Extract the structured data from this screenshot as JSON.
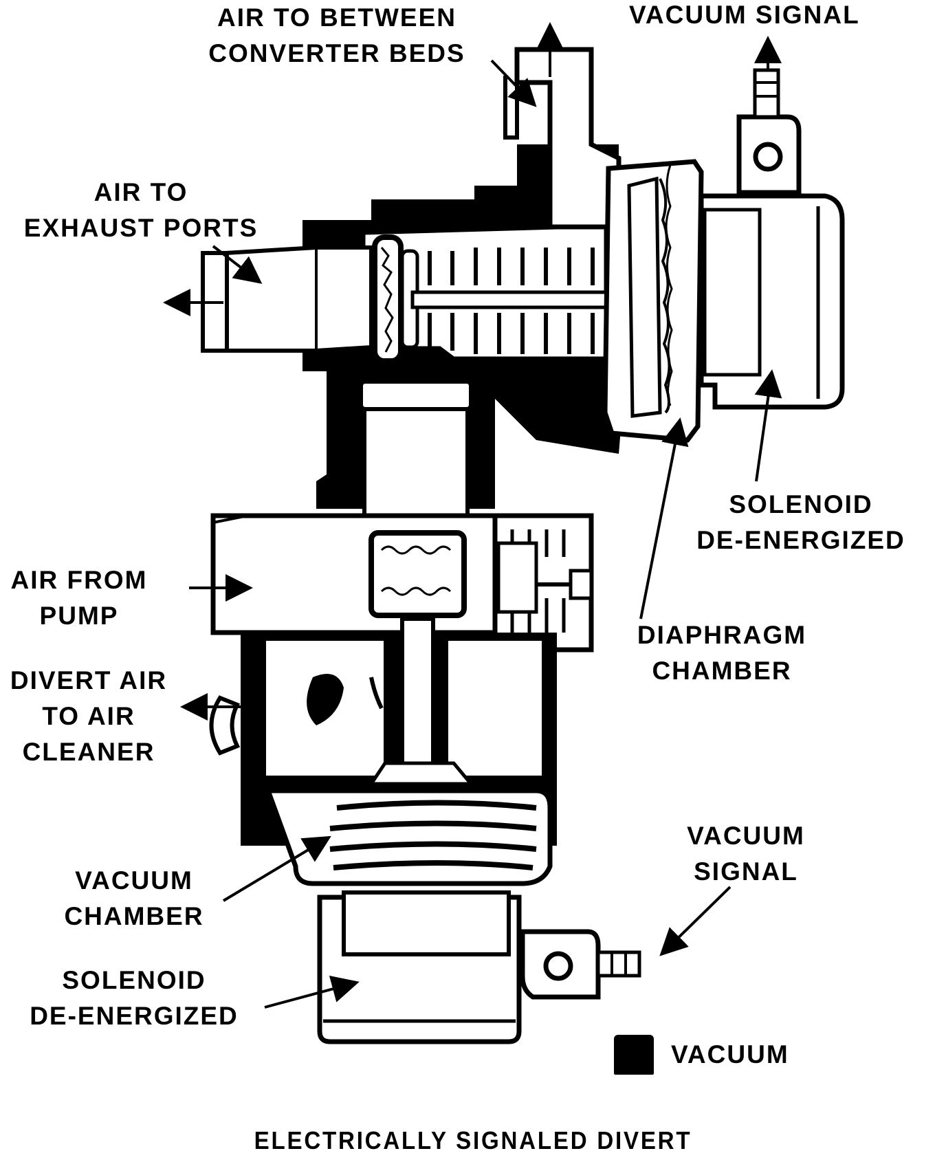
{
  "labels": {
    "air_to_between_line1": "AIR TO BETWEEN",
    "air_to_between_line2": "CONVERTER BEDS",
    "vacuum_signal_top": "VACUUM SIGNAL",
    "air_to_exhaust_line1": "AIR TO",
    "air_to_exhaust_line2": "EXHAUST PORTS",
    "solenoid_right_line1": "SOLENOID",
    "solenoid_right_line2": "DE-ENERGIZED",
    "air_from_pump_line1": "AIR FROM",
    "air_from_pump_line2": "PUMP",
    "diaphragm_line1": "DIAPHRAGM",
    "diaphragm_line2": "CHAMBER",
    "divert_line1": "DIVERT AIR",
    "divert_line2": "TO AIR",
    "divert_line3": "CLEANER",
    "vacuum_signal_bottom_line1": "VACUUM",
    "vacuum_signal_bottom_line2": "SIGNAL",
    "vacuum_chamber_line1": "VACUUM",
    "vacuum_chamber_line2": "CHAMBER",
    "solenoid_bottom_line1": "SOLENOID",
    "solenoid_bottom_line2": "DE-ENERGIZED"
  },
  "legend": {
    "vacuum_label": "VACUUM",
    "vacuum_color": "#000000"
  },
  "caption": "ELECTRICALLY SIGNALED DIVERT"
}
